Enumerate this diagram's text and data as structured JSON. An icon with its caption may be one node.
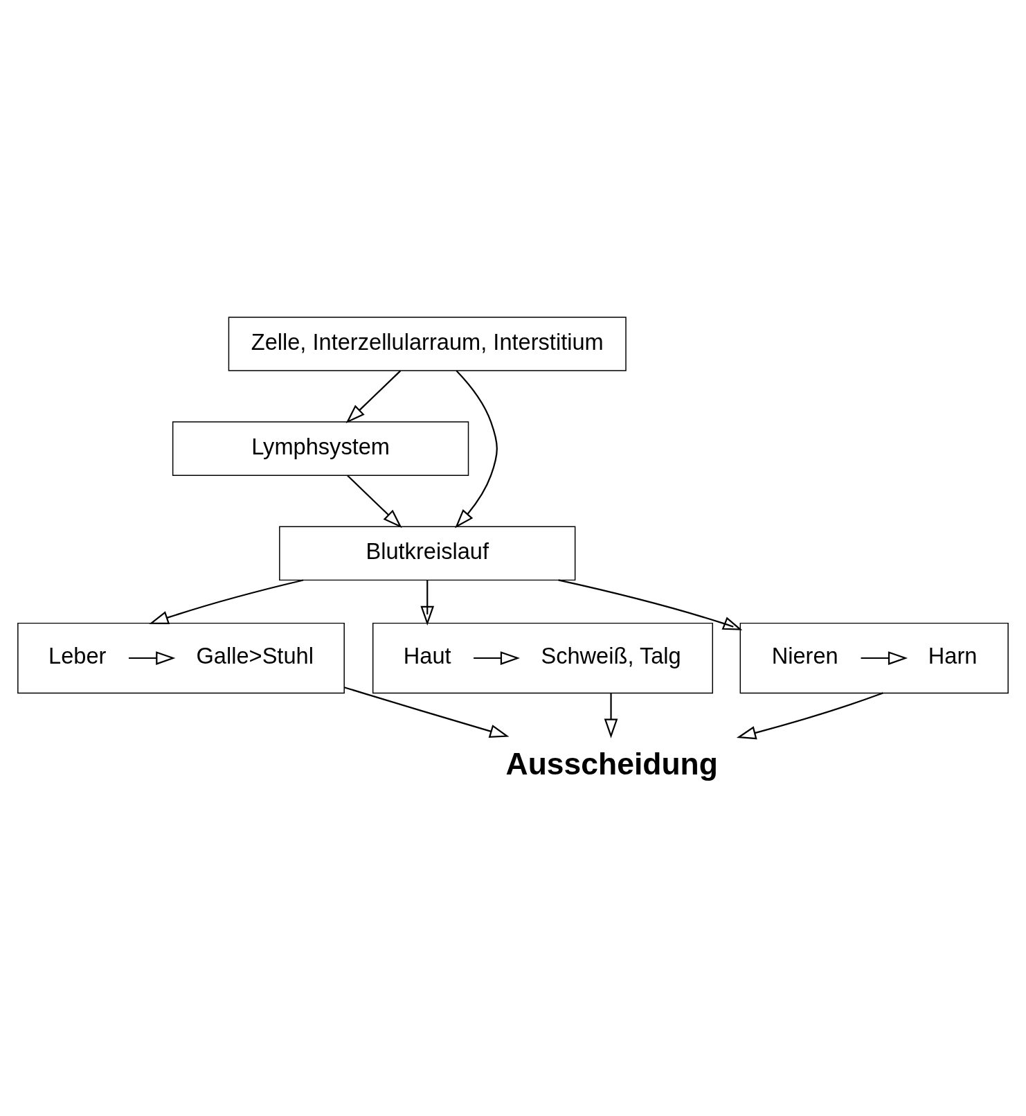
{
  "diagram": {
    "nodes": [
      {
        "text": [
          "Zelle, Interzellularraum, Interstitium"
        ]
      },
      {
        "text": [
          "Lymphsystem"
        ]
      },
      {
        "text": [
          "Blutkreislauf"
        ]
      },
      {
        "text": [],
        "shape": "box"
      },
      {
        "text": [
          "Leber"
        ],
        "in": 3
      },
      {
        "text": [
          "Galle>Stuhl"
        ],
        "in": 3
      },
      {
        "text": [],
        "shape": "box"
      },
      {
        "text": [
          "Haut"
        ],
        "in": 6
      },
      {
        "text": [
          "Schweiß, Talg"
        ],
        "in": 6
      },
      {
        "text": [],
        "shape": "box"
      },
      {
        "text": [
          "Nieren"
        ],
        "in": 9
      },
      {
        "text": [
          "Harn"
        ],
        "in": 9
      },
      {
        "text": [
          "Ausscheidung"
        ]
      }
    ],
    "edges": [
      {
        "from": 0,
        "to": 1,
        "arrow": "to"
      },
      {
        "from": 1,
        "to": 2,
        "arrow": "to"
      },
      {
        "from": 0,
        "to": 2,
        "arrow": "to"
      },
      {
        "from": 2,
        "to": 3,
        "arrow": "to"
      },
      {
        "from": 2,
        "to": 9,
        "arrow": "to"
      },
      {
        "from": 2,
        "to": 6,
        "arrow": "to"
      },
      {
        "from": 4,
        "to": 5,
        "arrow": "to"
      },
      {
        "from": 7,
        "to": 8,
        "arrow": "to"
      },
      {
        "from": 10,
        "to": 11,
        "arrow": "to"
      },
      {
        "from": 3,
        "to": 12,
        "arrow": "to"
      },
      {
        "from": 9,
        "to": 12,
        "arrow": "to"
      },
      {
        "from": 6,
        "to": 12,
        "arrow": "to"
      }
    ]
  }
}
